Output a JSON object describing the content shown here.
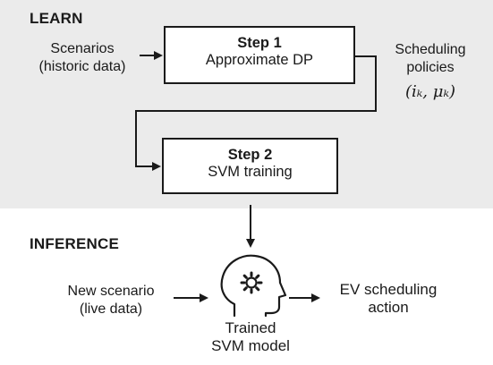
{
  "learn": {
    "title": "LEARN",
    "input_line1": "Scenarios",
    "input_line2": "(historic data)",
    "step1": {
      "title": "Step 1",
      "label": "Approximate DP"
    },
    "output_line1": "Scheduling",
    "output_line2": "policies",
    "output_math": "(iₖ, μₖ)",
    "step2": {
      "title": "Step 2",
      "label": "SVM training"
    }
  },
  "inference": {
    "title": "INFERENCE",
    "input_line1": "New scenario",
    "input_line2": "(live data)",
    "model_line1": "Trained",
    "model_line2": "SVM model",
    "output_line1": "EV scheduling",
    "output_line2": "action",
    "model_icon": "head-gear-icon"
  }
}
